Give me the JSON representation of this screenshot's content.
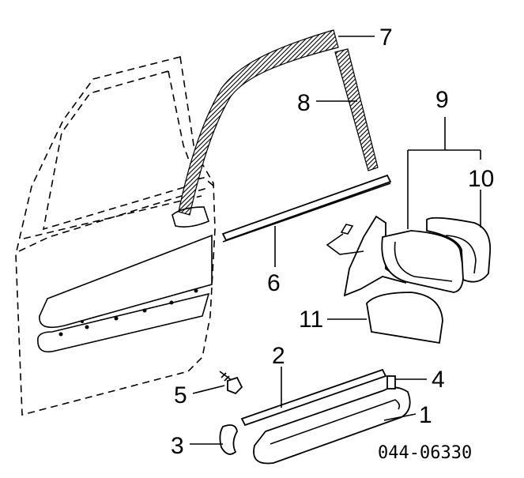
{
  "diagram": {
    "callouts": [
      {
        "id": "c1",
        "text": "1"
      },
      {
        "id": "c2",
        "text": "2"
      },
      {
        "id": "c3",
        "text": "3"
      },
      {
        "id": "c4",
        "text": "4"
      },
      {
        "id": "c5",
        "text": "5"
      },
      {
        "id": "c6",
        "text": "6"
      },
      {
        "id": "c7",
        "text": "7"
      },
      {
        "id": "c8",
        "text": "8"
      },
      {
        "id": "c9",
        "text": "9"
      },
      {
        "id": "c10",
        "text": "10"
      },
      {
        "id": "c11",
        "text": "11"
      }
    ],
    "figure_code": "044-06330"
  }
}
